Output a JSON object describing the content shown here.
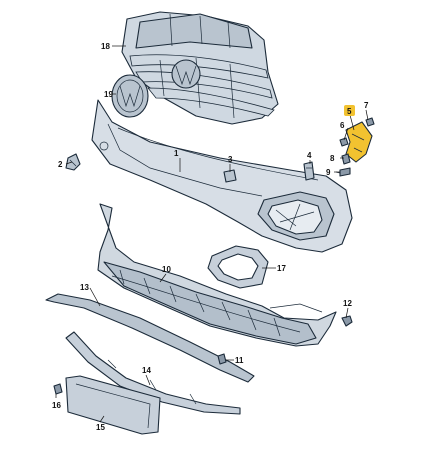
{
  "colors": {
    "part_fill": "#d7dee6",
    "part_shade": "#b9c4cf",
    "part_dark": "#8b99a8",
    "outline": "#1c2b3a",
    "highlight": "#f2c230"
  },
  "callouts": [
    {
      "id": "c1",
      "label": "1"
    },
    {
      "id": "c2",
      "label": "2"
    },
    {
      "id": "c3",
      "label": "3"
    },
    {
      "id": "c4",
      "label": "4"
    },
    {
      "id": "c5",
      "label": "5",
      "highlighted": true
    },
    {
      "id": "c6",
      "label": "6"
    },
    {
      "id": "c7",
      "label": "7"
    },
    {
      "id": "c8",
      "label": "8"
    },
    {
      "id": "c9",
      "label": "9"
    },
    {
      "id": "c10",
      "label": "10"
    },
    {
      "id": "c11",
      "label": "11"
    },
    {
      "id": "c12",
      "label": "12"
    },
    {
      "id": "c13",
      "label": "13"
    },
    {
      "id": "c14",
      "label": "14"
    },
    {
      "id": "c15",
      "label": "15"
    },
    {
      "id": "c16",
      "label": "16"
    },
    {
      "id": "c17",
      "label": "17"
    },
    {
      "id": "c18",
      "label": "18"
    },
    {
      "id": "c19",
      "label": "19"
    }
  ]
}
